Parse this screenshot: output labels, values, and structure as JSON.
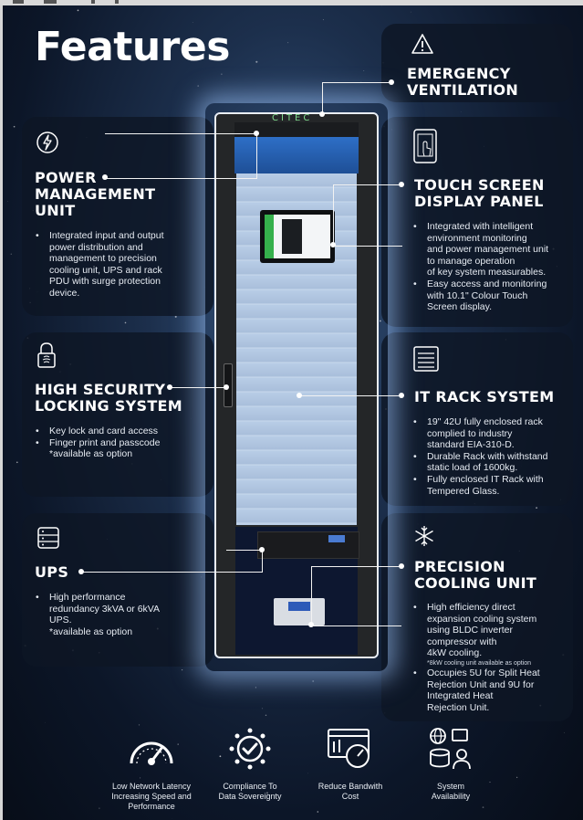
{
  "title": "Features",
  "rack_brand": "CITEC",
  "sections": {
    "emergency_ventilation": {
      "heading": [
        "EMERGENCY",
        "VENTILATION"
      ],
      "icon": "warning-icon"
    },
    "power_management": {
      "heading": [
        "POWER",
        "MANAGEMENT",
        "UNIT"
      ],
      "icon": "power-icon",
      "bullets": [
        [
          "Integrated input and output",
          "power distribution and",
          "management to precision",
          "cooling unit, UPS and rack",
          "PDU with surge protection",
          "device."
        ]
      ]
    },
    "touch_screen": {
      "heading": [
        "TOUCH SCREEN",
        "DISPLAY PANEL"
      ],
      "icon": "touch-screen-icon",
      "bullets": [
        [
          "Integrated with intelligent",
          "environment monitoring",
          "and power management unit",
          "to manage operation",
          "of key system measurables."
        ],
        [
          "Easy access and monitoring",
          "with 10.1\" Colour Touch",
          "Screen display."
        ]
      ]
    },
    "high_security": {
      "heading": [
        "HIGH SECURITY",
        "LOCKING SYSTEM"
      ],
      "icon": "lock-icon",
      "bullets": [
        [
          "Key lock and card access"
        ],
        [
          "Finger print and passcode"
        ]
      ],
      "note": "*available as option"
    },
    "it_rack": {
      "heading": [
        "IT RACK SYSTEM"
      ],
      "icon": "server-rack-icon",
      "bullets": [
        [
          "19\" 42U fully enclosed rack",
          "complied to industry",
          "standard EIA-310-D."
        ],
        [
          "Durable Rack with withstand",
          "static load of 1600kg."
        ],
        [
          "Fully enclosed IT Rack with",
          "Tempered Glass."
        ]
      ]
    },
    "ups": {
      "heading": [
        "UPS"
      ],
      "icon": "ups-icon",
      "bullets": [
        [
          "High performance",
          "redundancy 3kVA or 6kVA",
          "UPS."
        ]
      ],
      "note": "*available as option"
    },
    "precision_cooling": {
      "heading": [
        "PRECISION",
        "COOLING UNIT"
      ],
      "icon": "snowflake-icon",
      "bullets": [
        [
          "High efficiency direct",
          "expansion cooling system",
          "using BLDC inverter",
          "compressor with",
          "4kW cooling."
        ]
      ],
      "small_note": "*8kW cooling unit available as option",
      "bullets2": [
        [
          "Occupies 5U for Split Heat",
          "Rejection Unit and 9U for",
          "Integrated Heat",
          "Rejection Unit."
        ]
      ]
    }
  },
  "bottom_features": [
    {
      "icon": "speedometer-icon",
      "label": [
        "Low Network Latency",
        "Increasing Speed and",
        "Performance"
      ]
    },
    {
      "icon": "compliance-badge-icon",
      "label": [
        "Compliance To",
        "Data Sovereignty"
      ]
    },
    {
      "icon": "bandwidth-gauge-icon",
      "label": [
        "Reduce Bandwith",
        "Cost"
      ]
    },
    {
      "icon": "system-availability-icon",
      "label": [
        "System",
        "Availability"
      ]
    }
  ]
}
